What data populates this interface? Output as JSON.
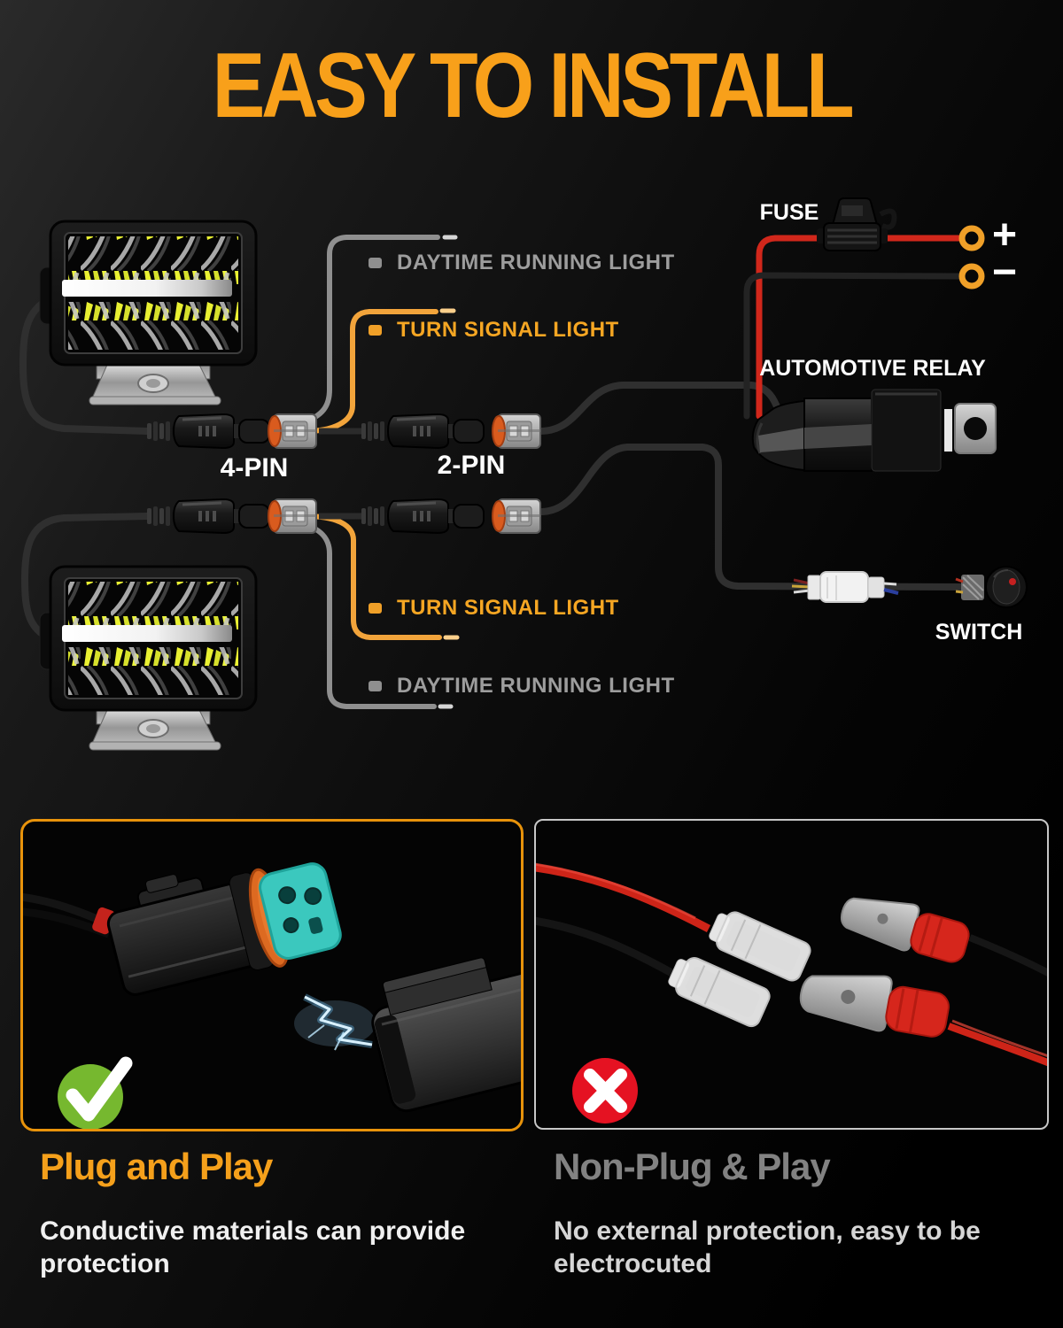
{
  "title": "EASY TO INSTALL",
  "diagram": {
    "labels": {
      "daytime_running_light": "DAYTIME RUNNING LIGHT",
      "turn_signal_light": "TURN SIGNAL LIGHT",
      "four_pin": "4-PIN",
      "two_pin": "2-PIN",
      "fuse": "FUSE",
      "automotive_relay": "AUTOMOTIVE RELAY",
      "switch": "SWITCH",
      "positive": "+",
      "negative": "−"
    },
    "colors": {
      "accent_orange": "#F5A01B",
      "label_gray": "#9D9D9D",
      "wire_gray": "#8F8F8F",
      "wire_orange": "#F2A43B",
      "wire_red": "#D1271B",
      "ring_terminal_orange": "#F0A028"
    }
  },
  "comparison": {
    "good": {
      "icon": "check-icon",
      "badge_color": "#76B82F",
      "heading": "Plug and Play",
      "description": "Conductive materials can provide protection"
    },
    "bad": {
      "icon": "cross-icon",
      "badge_color": "#E51222",
      "heading": "Non-Plug & Play",
      "description": "No external protection, easy to be electrocuted"
    }
  }
}
